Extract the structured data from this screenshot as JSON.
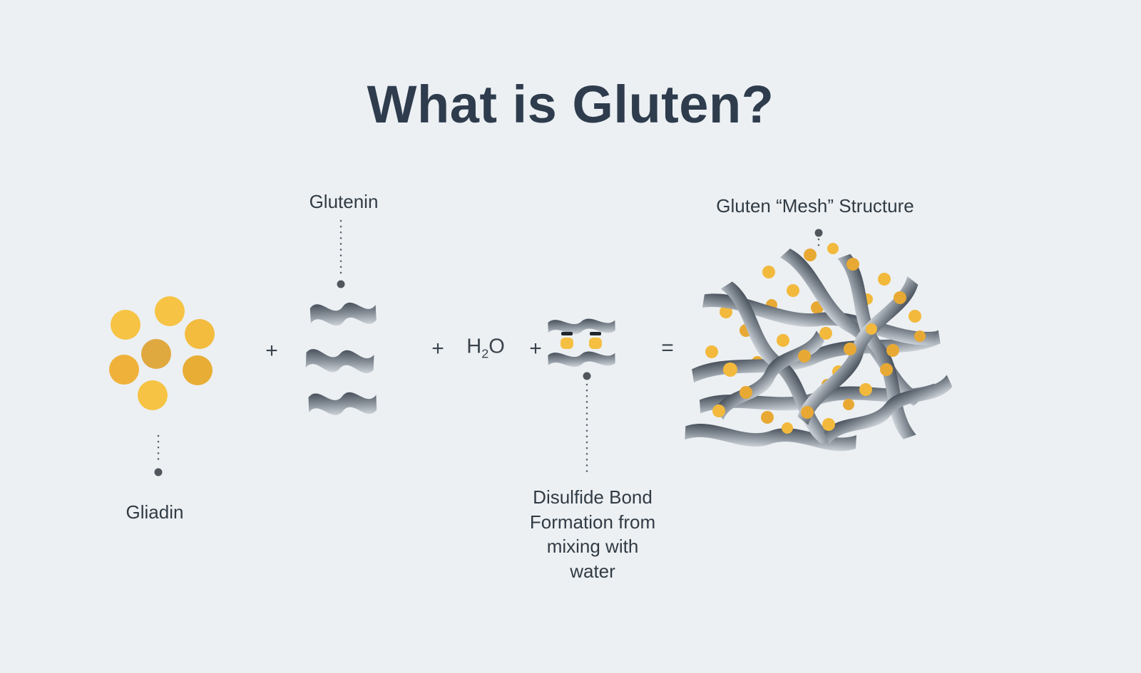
{
  "title": "What is Gluten?",
  "labels": {
    "gliadin": "Gliadin",
    "glutenin": "Glutenin",
    "mesh": "Gluten “Mesh” Structure"
  },
  "operators": {
    "plus1": "+",
    "plus2": "+",
    "plus3": "+",
    "equals": "="
  },
  "formula": {
    "h2o_prefix": "H",
    "h2o_sub": "2",
    "h2o_suffix": "O"
  },
  "disulfide": {
    "lines": [
      "Disulfide Bond",
      "Formation from",
      "mixing with",
      "water"
    ]
  },
  "colors": {
    "background": "#ecf0f3",
    "title_text": "#2e3c4d",
    "body_text": "#313b44",
    "yellow_bright": "#f5c042",
    "yellow_dark": "#e4a93c",
    "ribbon_dark": "#49525c",
    "ribbon_light": "#ccd2d8",
    "connector_dot": "#50565c"
  }
}
